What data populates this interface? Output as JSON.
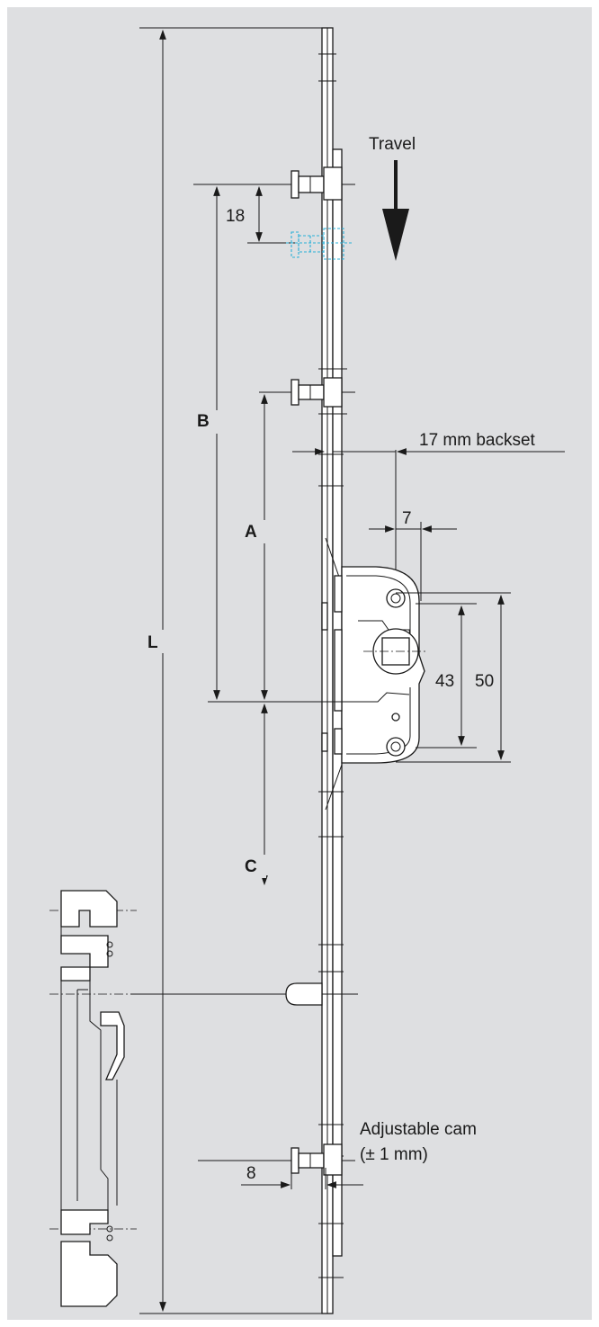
{
  "labels": {
    "travel": "Travel",
    "dim_18": "18",
    "dim_B": "B",
    "dim_A": "A",
    "backset": "17 mm backset",
    "dim_7": "7",
    "dim_L": "L",
    "dim_43": "43",
    "dim_50": "50",
    "dim_C": "C",
    "cam_line1": "Adjustable cam",
    "cam_line2": "(± 1 mm)",
    "dim_8": "8"
  },
  "colors": {
    "background": "#dedfe1",
    "line": "#1a1a1a",
    "highlight_cam": "#2ab0d8"
  }
}
